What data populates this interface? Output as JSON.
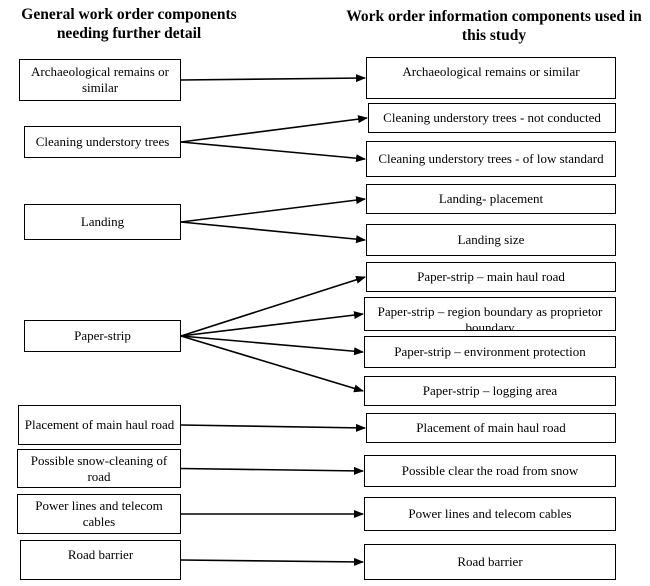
{
  "headers": {
    "left": "General work order components needing further detail",
    "right": "Work order information components used in this study"
  },
  "left_boxes": [
    "Archaeological remains or similar",
    "Cleaning understory trees",
    "Landing",
    "Paper-strip",
    "Placement of main haul road",
    "Possible snow-cleaning of road",
    "Power lines and telecom cables",
    "Road barrier"
  ],
  "right_boxes": [
    "Archaeological remains or similar",
    "Cleaning understory trees - not conducted",
    "Cleaning understory trees - of low standard",
    "Landing- placement",
    "Landing size",
    "Paper-strip – main haul road",
    "Paper-strip – region boundary as proprietor boundary",
    "Paper-strip – environment protection",
    "Paper-strip – logging area",
    "Placement of main haul road",
    "Possible clear the road from snow",
    "Power lines and telecom cables",
    "Road barrier"
  ],
  "connections": [
    [
      0,
      0
    ],
    [
      1,
      1
    ],
    [
      1,
      2
    ],
    [
      2,
      3
    ],
    [
      2,
      4
    ],
    [
      3,
      5
    ],
    [
      3,
      6
    ],
    [
      3,
      7
    ],
    [
      3,
      8
    ],
    [
      4,
      9
    ],
    [
      5,
      10
    ],
    [
      6,
      11
    ],
    [
      7,
      12
    ]
  ]
}
